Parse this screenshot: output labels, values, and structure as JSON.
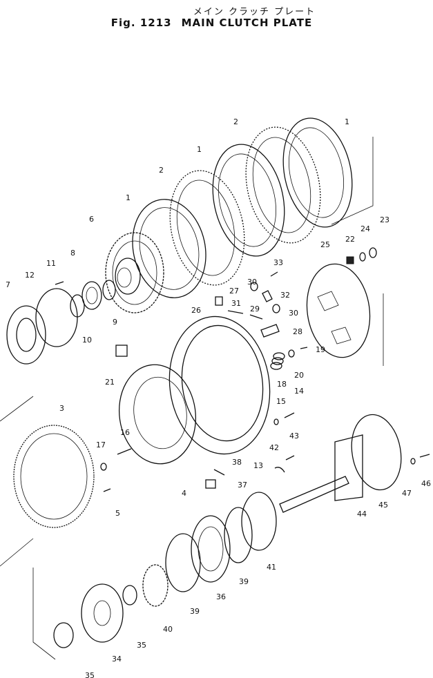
{
  "header": {
    "japanese_title": "メイン クラッチ プレート",
    "figure_number": "Fig. 1213",
    "title": "MAIN CLUTCH PLATE"
  },
  "callouts": [
    "1",
    "1",
    "1",
    "2",
    "2",
    "3",
    "4",
    "5",
    "6",
    "7",
    "8",
    "9",
    "10",
    "11",
    "12",
    "13",
    "14",
    "15",
    "16",
    "17",
    "18",
    "19",
    "20",
    "21",
    "22",
    "23",
    "24",
    "25",
    "26",
    "27",
    "28",
    "29",
    "30",
    "30",
    "31",
    "32",
    "33",
    "34",
    "35",
    "35",
    "36",
    "37",
    "38",
    "39",
    "39",
    "40",
    "41",
    "42",
    "43",
    "44",
    "45",
    "46",
    "47"
  ]
}
